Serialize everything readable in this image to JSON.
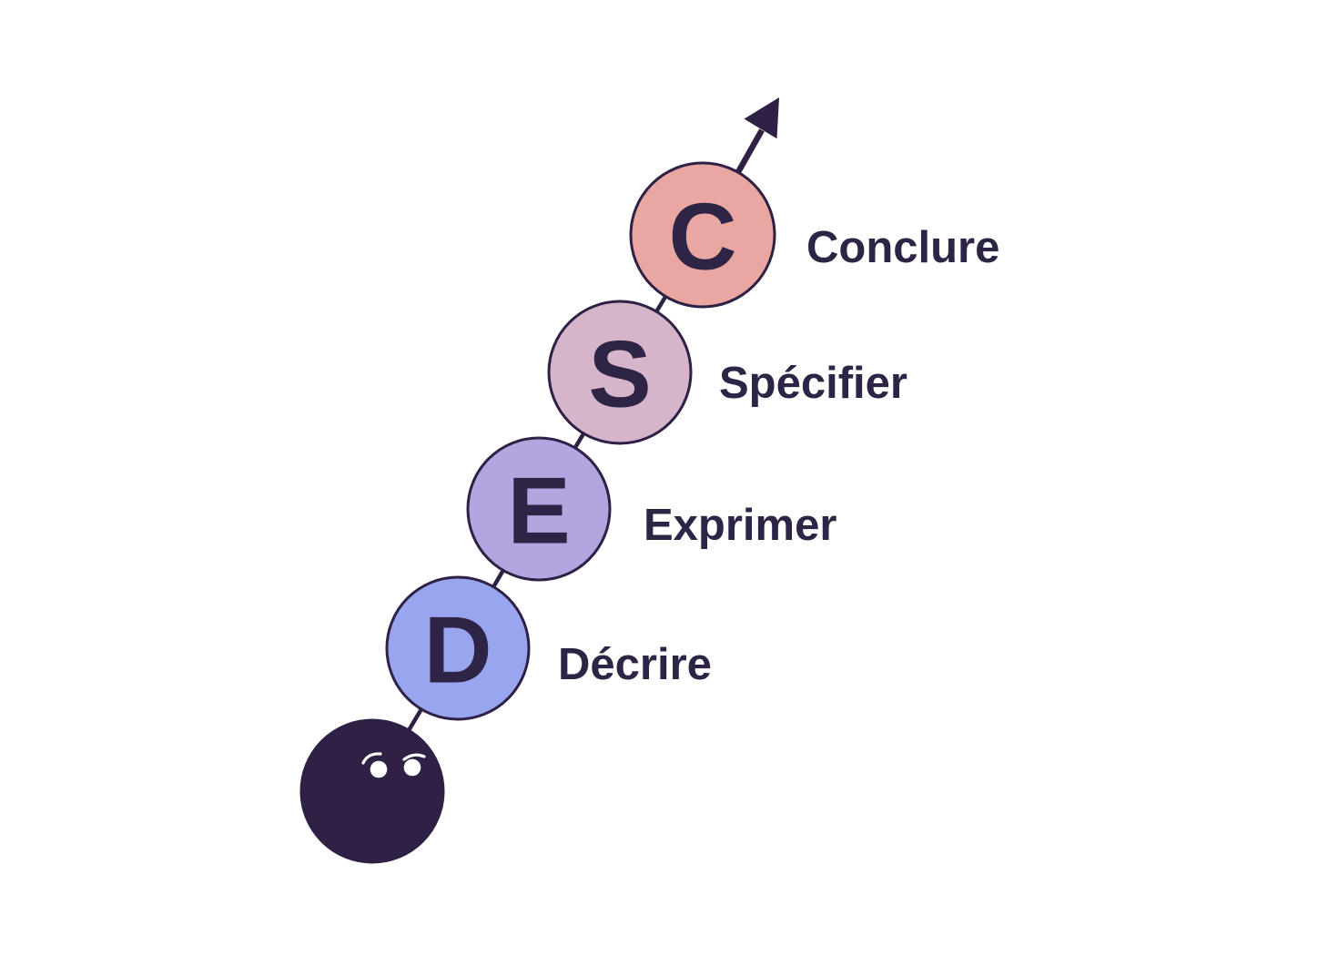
{
  "diagram": {
    "background": "#ffffff",
    "outline_color": "#2e2145",
    "text_color": "#2e2445",
    "face_color": "#2e2145",
    "eye_color": "#ffffff",
    "steps": [
      {
        "letter": "D",
        "label": "Décrire",
        "color": "#99a6ef"
      },
      {
        "letter": "E",
        "label": "Exprimer",
        "color": "#b3a6e0"
      },
      {
        "letter": "S",
        "label": "Spécifier",
        "color": "#d6b4c9"
      },
      {
        "letter": "C",
        "label": "Conclure",
        "color": "#eaa7a2"
      }
    ],
    "icons": {
      "face": "face-icon",
      "arrow": "arrow-up-right-icon",
      "eyes": "eye-icon",
      "eyebrows": "eyebrow-icon"
    }
  }
}
